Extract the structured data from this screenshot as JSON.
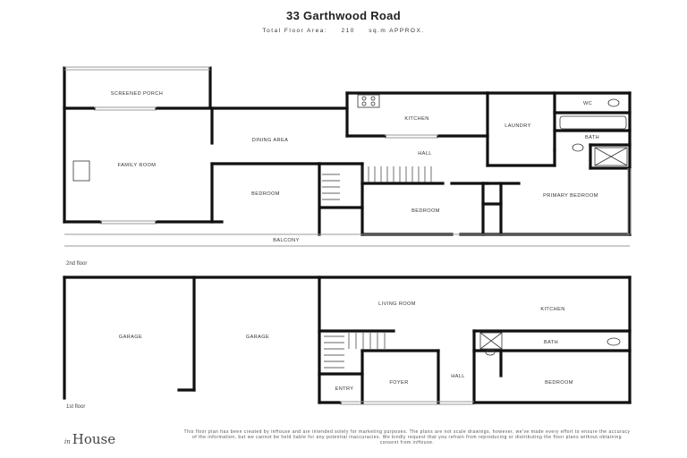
{
  "header": {
    "title": "33 Garthwood Road",
    "area_label": "Total Floor Area:",
    "area_value": "210",
    "area_unit": "sq.m APPROX."
  },
  "floors": {
    "upper_label": "2nd floor",
    "lower_label": "1st floor"
  },
  "rooms_upper": {
    "screened_porch": "SCREENED PORCH",
    "family_room": "FAMILY ROOM",
    "dining_area": "DINING AREA",
    "kitchen": "KITCHEN",
    "laundry": "LAUNDRY",
    "wc": "WC",
    "bath": "BATH",
    "hall": "HALL",
    "bedroom_left": "BEDROOM",
    "bedroom_mid": "BEDROOM",
    "primary_bedroom": "PRIMARY BEDROOM",
    "balcony": "BALCONY"
  },
  "rooms_lower": {
    "garage_1": "GARAGE",
    "garage_2": "GARAGE",
    "living_room": "LIVING ROOM",
    "kitchen": "KITCHEN",
    "bath": "BATH",
    "hall": "HALL",
    "bedroom": "BEDROOM",
    "entry": "ENTRY",
    "foyer": "FOYER"
  },
  "footer": {
    "logo_prefix": "in",
    "logo_word": "House",
    "disclaimer": "This floor plan has been created by inHouse and are intended solely for marketing purposes. The plans are not scale drawings, however, we've made every effort to ensure the accuracy of the information, but we cannot be held liable for any potential inaccuracies. We kindly request that you refrain from reproducing or distributing the floor plans without obtaining consent from inHouse."
  }
}
